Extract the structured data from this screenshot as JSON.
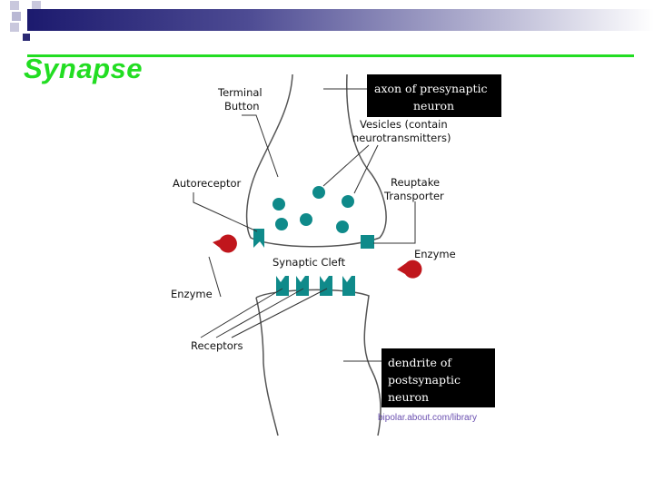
{
  "slide": {
    "title": "Synapse",
    "accent_color": "#22dd22",
    "header_bar_color": "#1c1a6e"
  },
  "diagram": {
    "labels": {
      "terminal_button_line1": "Terminal",
      "terminal_button_line2": "Button",
      "vesicles_line1": "Vesicles (contain",
      "vesicles_line2": "neurotransmitters)",
      "autoreceptor": "Autoreceptor",
      "reuptake_line1": "Reuptake",
      "reuptake_line2": "Transporter",
      "enzyme_right": "Enzyme",
      "synaptic_cleft": "Synaptic Cleft",
      "enzyme_left": "Enzyme",
      "receptors": "Receptors"
    },
    "boxes": {
      "axon_line1": "axon of presynaptic",
      "axon_line2": "neuron",
      "dendrite_line1": "dendrite of",
      "dendrite_line2": "postsynaptic",
      "dendrite_line3": "neuron"
    },
    "credit": "bipolar.about.com/library",
    "colors": {
      "vesicle": "#0f8a8a",
      "enzyme": "#c0161c",
      "box_background": "#000000",
      "membrane": "#555555"
    }
  }
}
